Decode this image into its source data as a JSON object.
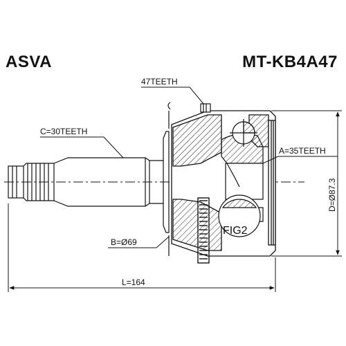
{
  "header": {
    "brand": "ASVA",
    "part_number": "MT-KB4A47"
  },
  "labels": {
    "abs_teeth": "47TEETH",
    "shaft_spline": "C=30TEETH",
    "joint_spline": "A=35TEETH",
    "seal_diameter": "B=Ø69",
    "length": "L=164",
    "diameter": "D=Ø87.3",
    "figure": "FIG2"
  }
}
